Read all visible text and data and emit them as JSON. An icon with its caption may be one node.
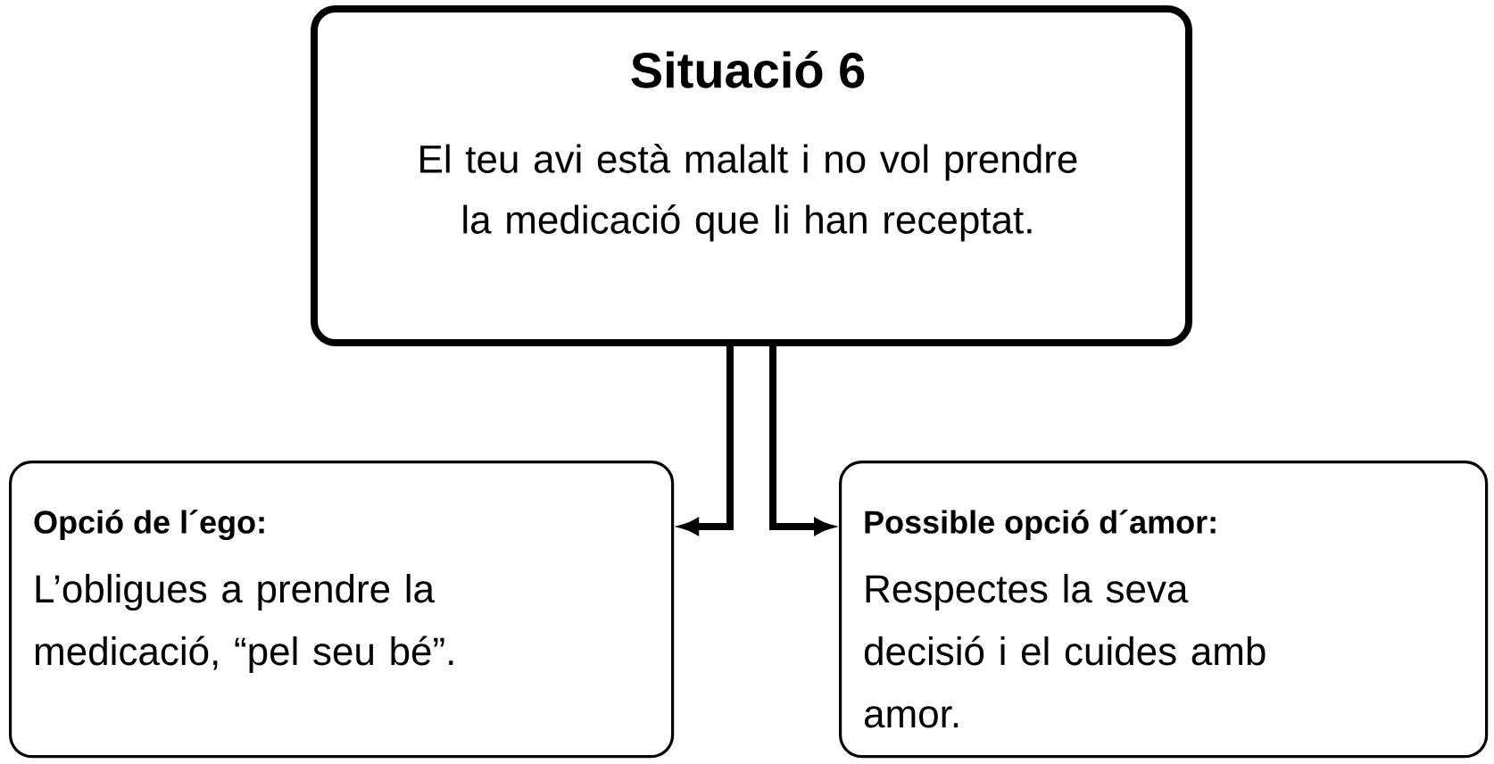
{
  "diagram": {
    "nodes": [
      {
        "text": [
          "Situació 6",
          "El teu avi està malalt i no vol prendre la medicació que li han receptat."
        ]
      },
      {
        "text": [
          "Opció de l´ego:",
          "L’obligues a prendre la medicació, “pel seu bé”."
        ]
      },
      {
        "text": [
          "Possible opció d´amor:",
          "Respectes la seva decisió i el cuides amb amor."
        ]
      }
    ],
    "edges": [
      {
        "from": 0,
        "to": 1,
        "arrow": "to"
      },
      {
        "from": 0,
        "to": 2,
        "arrow": "to"
      }
    ]
  }
}
